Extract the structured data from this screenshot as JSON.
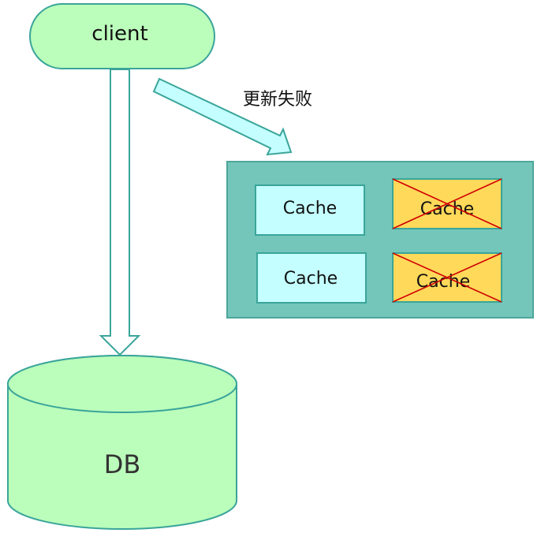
{
  "nodes": {
    "client": {
      "label": "client"
    },
    "db": {
      "label": "DB"
    },
    "cache_cluster": {
      "caches": [
        {
          "label": "Cache",
          "failed": false
        },
        {
          "label": "Cache",
          "failed": true
        },
        {
          "label": "Cache",
          "failed": false
        },
        {
          "label": "Cache",
          "failed": true
        }
      ]
    }
  },
  "edges": {
    "client_to_cache": {
      "label": "更新失败"
    }
  },
  "colors": {
    "client_fill": "#bbfdbb",
    "client_stroke": "#3aa59a",
    "cluster_fill": "#74c6ba",
    "cluster_stroke": "#4ea69a",
    "cache_ok_fill": "#c4feff",
    "cache_failed_fill": "#ffd95a",
    "cache_stroke": "#3aa59a",
    "failed_cross": "#d00000",
    "arrow_fill": "#c4feff",
    "arrow_stroke": "#3aa59a",
    "db_fill": "#bbfdbb",
    "db_stroke": "#3aa59a"
  }
}
